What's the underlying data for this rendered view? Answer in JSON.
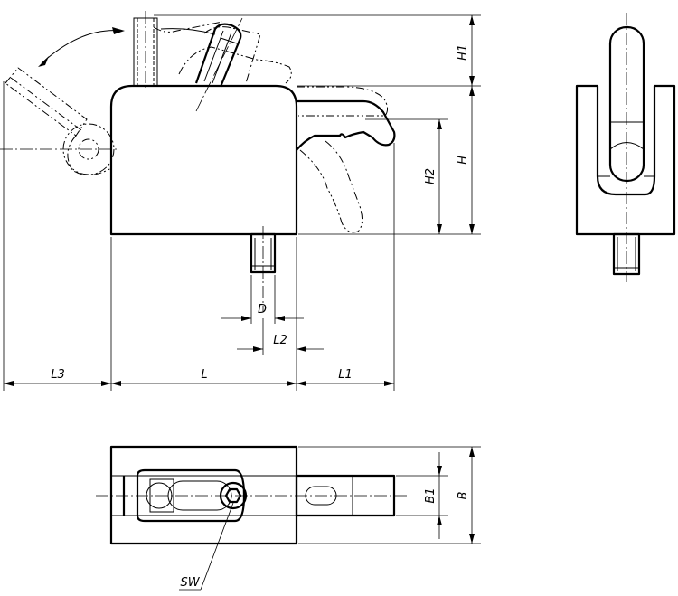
{
  "dimensions": {
    "h1": "H1",
    "h": "H",
    "h2": "H2",
    "d": "D",
    "l2": "L2",
    "l3": "L3",
    "l": "L",
    "l1": "L1",
    "b1": "B1",
    "b": "B",
    "sw": "SW"
  }
}
